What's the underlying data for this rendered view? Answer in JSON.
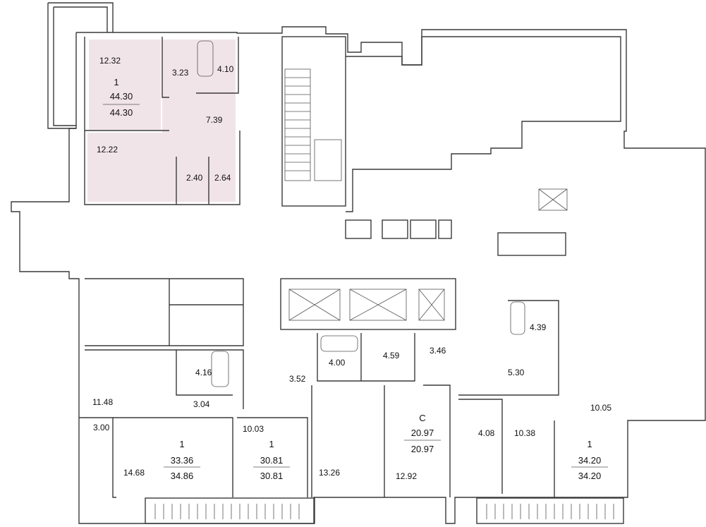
{
  "apartments": [
    {
      "id": "apt-top-left",
      "rooms": "1",
      "area_total": "44.30",
      "area_living": "44.30",
      "room_areas": [
        "12.32",
        "3.23",
        "4.10",
        "7.39",
        "12.22",
        "2.40",
        "2.64"
      ]
    },
    {
      "id": "apt-bottom-1",
      "rooms": "1",
      "area_total": "33.36",
      "area_living": "34.86",
      "room_areas": [
        "3.00",
        "14.68",
        "11.48",
        "4.16",
        "3.04"
      ]
    },
    {
      "id": "apt-bottom-2",
      "rooms": "1",
      "area_total": "30.81",
      "area_living": "30.81",
      "room_areas": [
        "10.03",
        "13.26",
        "3.52",
        "4.00"
      ]
    },
    {
      "id": "apt-studio",
      "rooms": "С",
      "area_total": "20.97",
      "area_living": "20.97",
      "room_areas": [
        "12.92",
        "4.59",
        "3.46"
      ]
    },
    {
      "id": "apt-bottom-right",
      "rooms": "1",
      "area_total": "34.20",
      "area_living": "34.20",
      "room_areas": [
        "10.05",
        "10.38",
        "4.08",
        "5.30",
        "4.39"
      ]
    }
  ],
  "colors": {
    "highlight": "#f1e4e8",
    "wall": "#3a3a3a"
  }
}
